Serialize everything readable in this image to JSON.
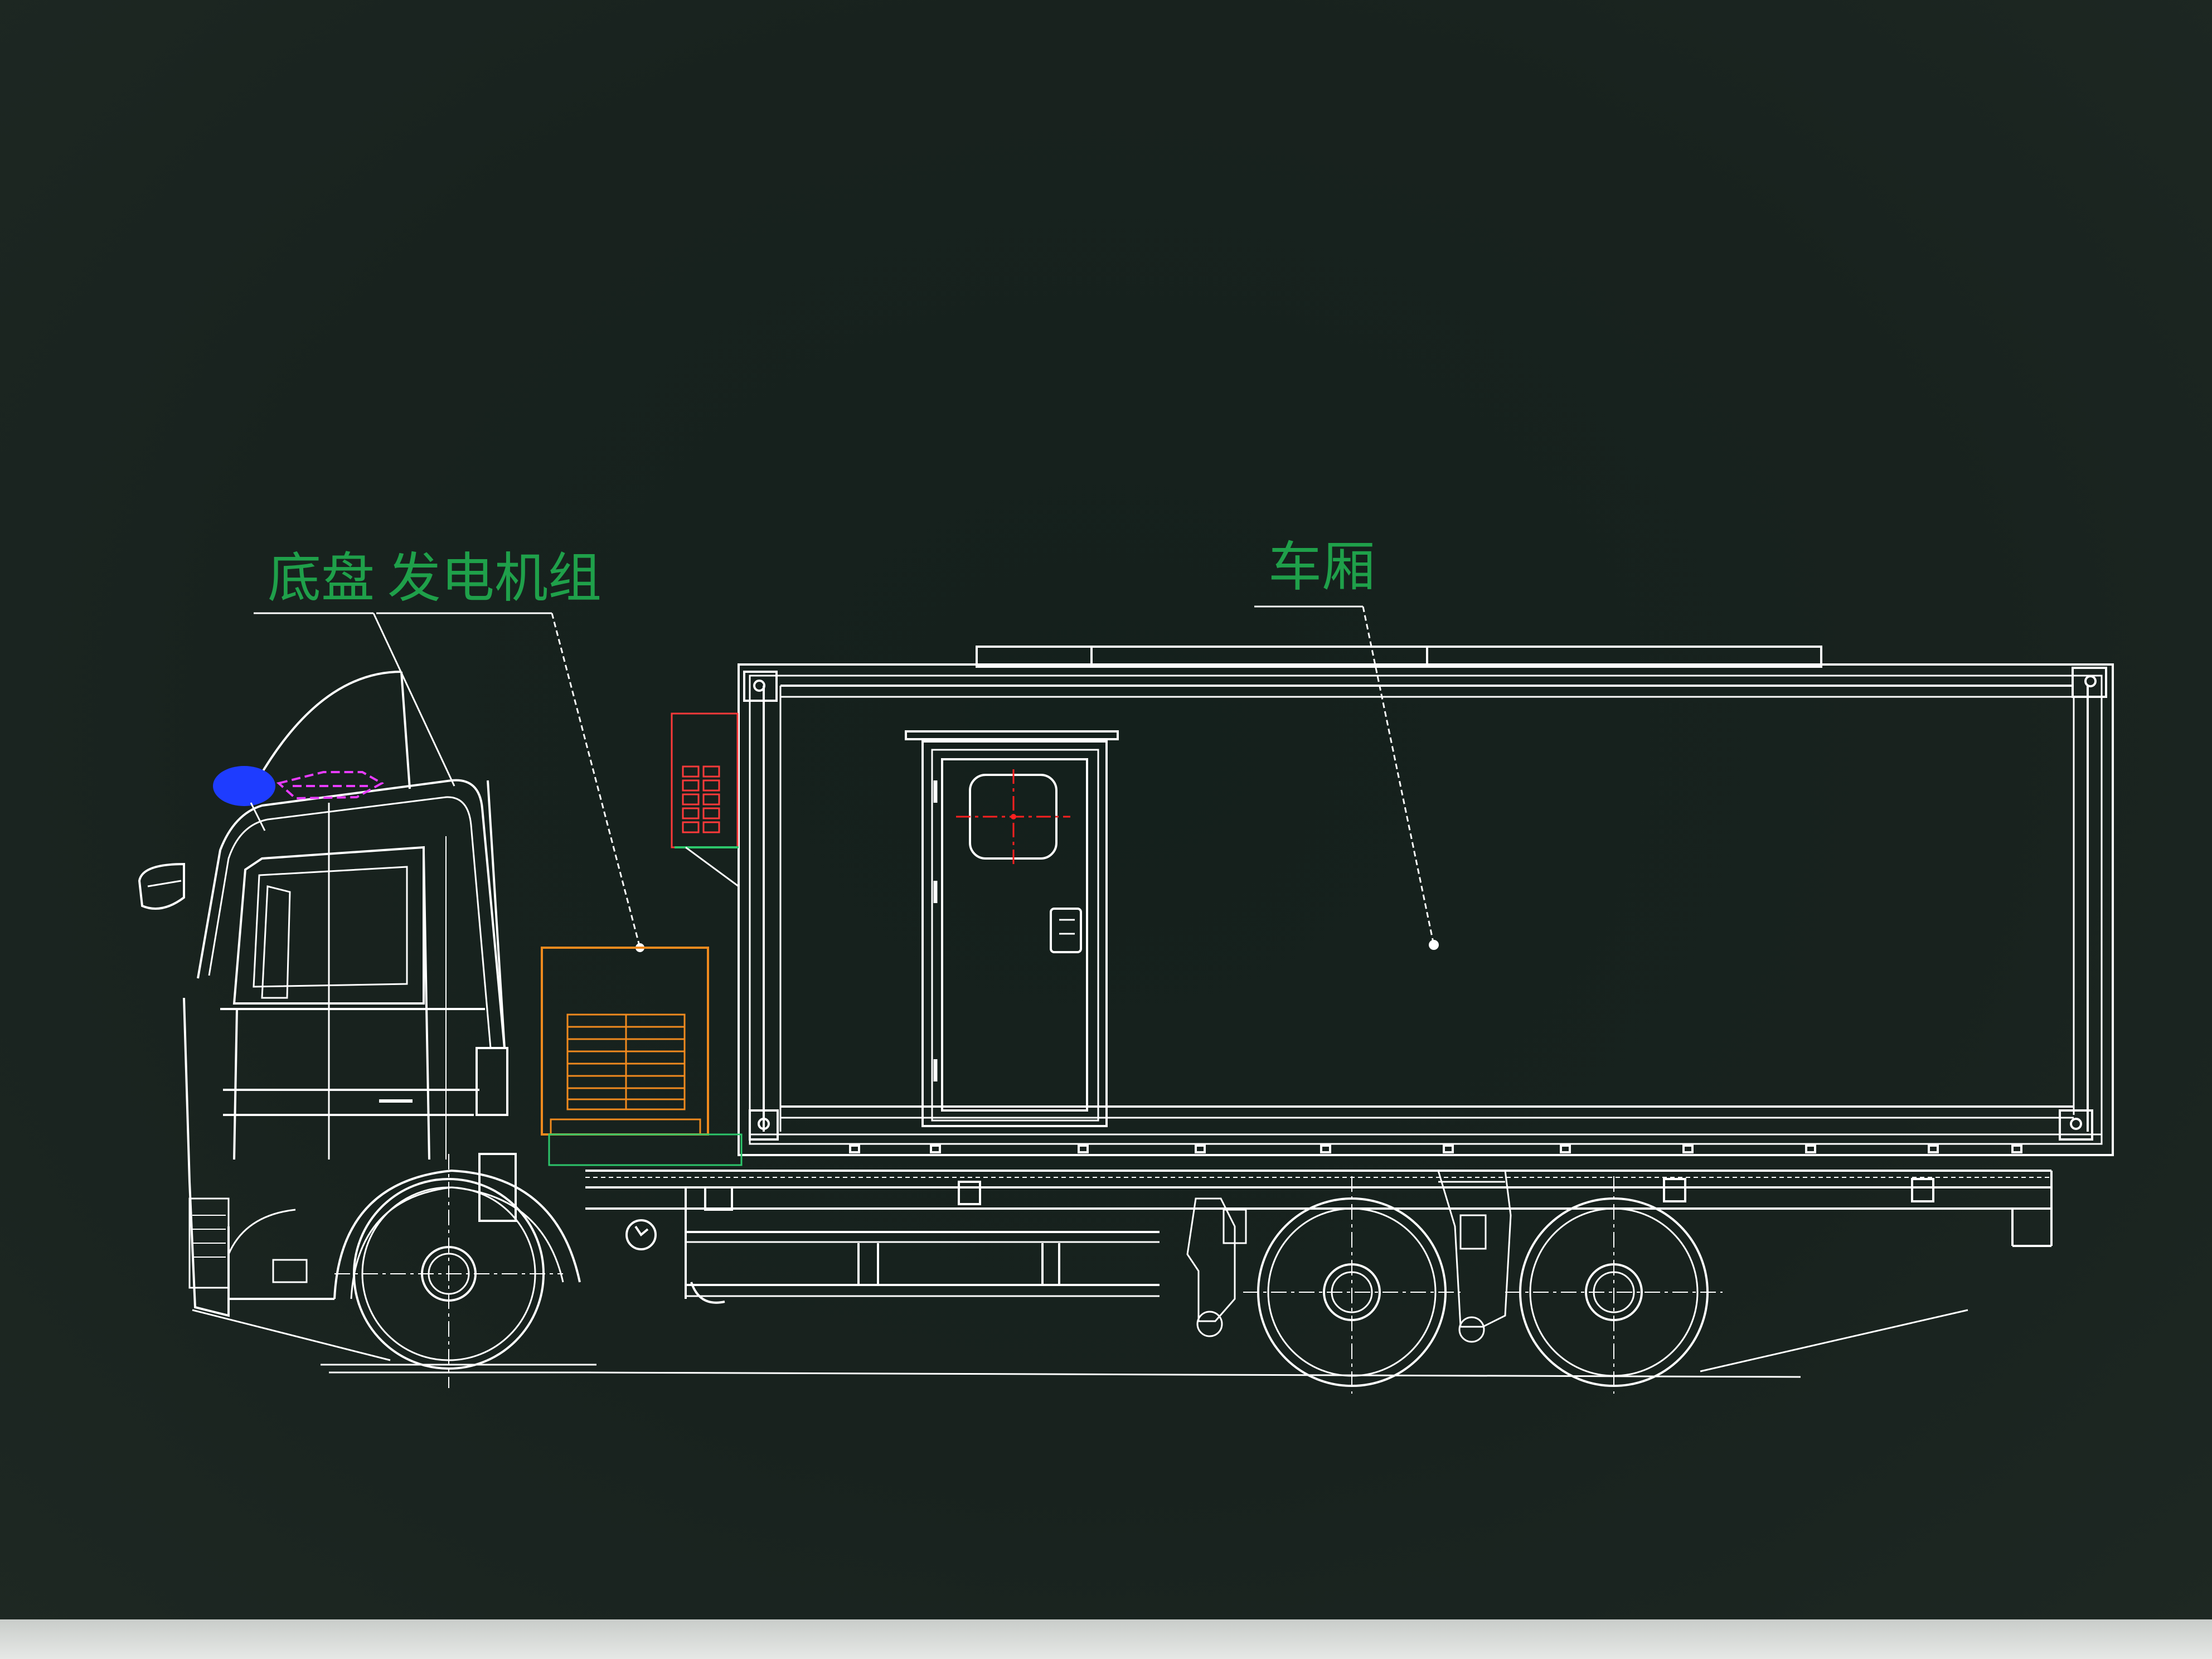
{
  "labels": {
    "chassis": "底盘",
    "generator": "发电机组",
    "cargo_box": "车厢"
  },
  "colors": {
    "background": "#17211d",
    "line": "#ffffff",
    "label": "#1fa04a",
    "generator": "#f08a1e",
    "beacon": "#1e3cff",
    "light_bar": "#e83cff",
    "window_crosshair": "#ff2020",
    "ac_unit": "#ff3a3a"
  }
}
